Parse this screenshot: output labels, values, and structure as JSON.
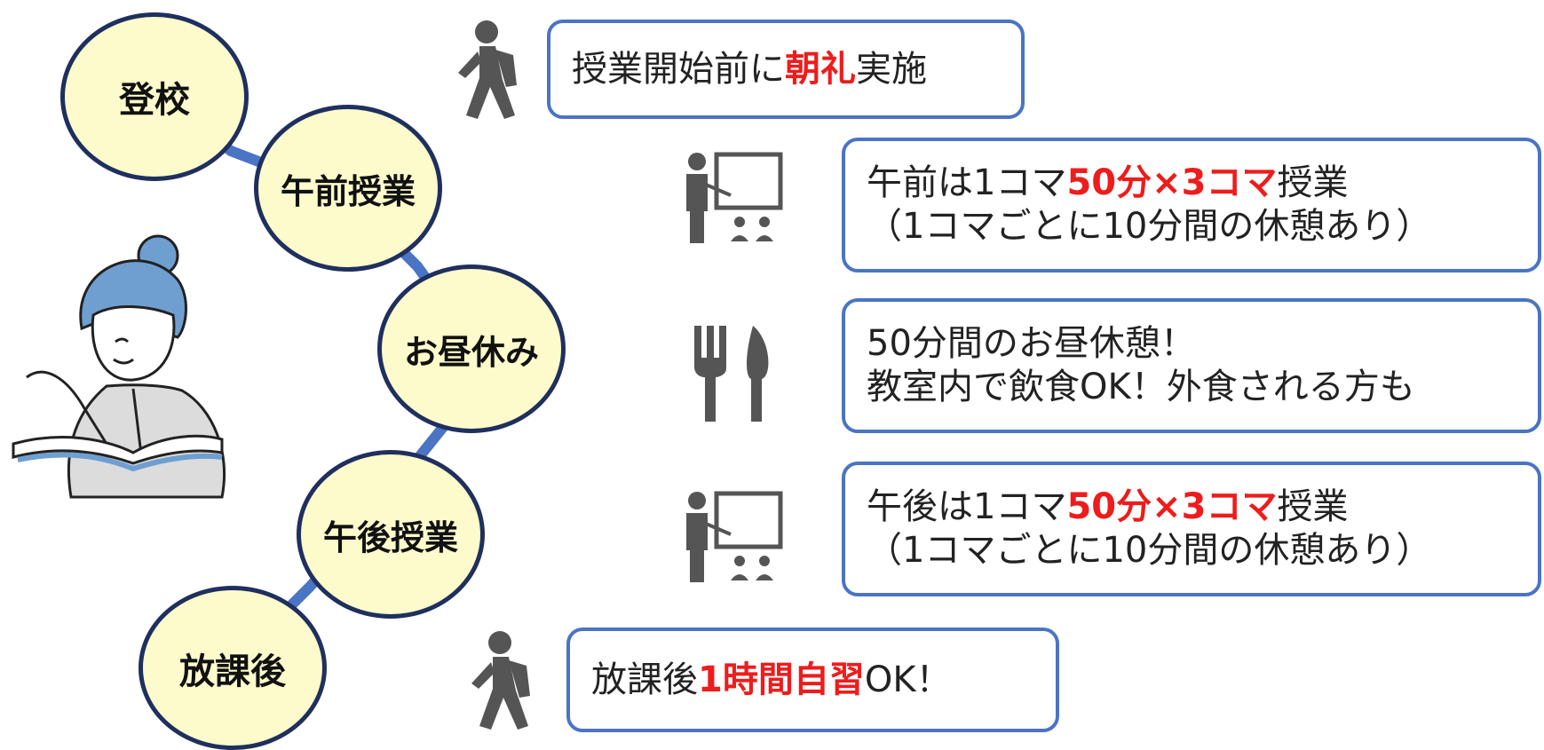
{
  "steps": [
    {
      "label": "登校"
    },
    {
      "label": "午前授業"
    },
    {
      "label": "お昼休み"
    },
    {
      "label": "午後授業"
    },
    {
      "label": "放課後"
    }
  ],
  "boxes": {
    "arrival": {
      "pre": "授業開始前に",
      "highlight": "朝礼",
      "post": "実施"
    },
    "morning": {
      "pre": "午前は1コマ",
      "highlight": "50分×3コマ",
      "post": "授業",
      "line2": "（1コマごとに10分間の休憩あり）"
    },
    "lunch": {
      "line1": "50分間のお昼休憩！",
      "line2": "教室内で飲食OK！外食される方も"
    },
    "afternoon": {
      "pre": "午後は1コマ",
      "highlight": "50分×3コマ",
      "post": "授業",
      "line2": "（1コマごとに10分間の休憩あり）"
    },
    "after_school": {
      "pre": "放課後",
      "highlight": "1時間自習",
      "post": "OK！"
    }
  },
  "icons": {
    "arrival": "walking-person-icon",
    "morning": "teacher-board-icon",
    "lunch": "fork-knife-icon",
    "afternoon": "teacher-board-icon",
    "after_school": "walking-person-icon"
  },
  "colors": {
    "node_fill": "#fdfbcb",
    "node_border": "#1f2f5e",
    "connector": "#4a74c4",
    "box_border": "#4a74c4",
    "highlight": "#ee1c1c",
    "icon": "#555555"
  }
}
